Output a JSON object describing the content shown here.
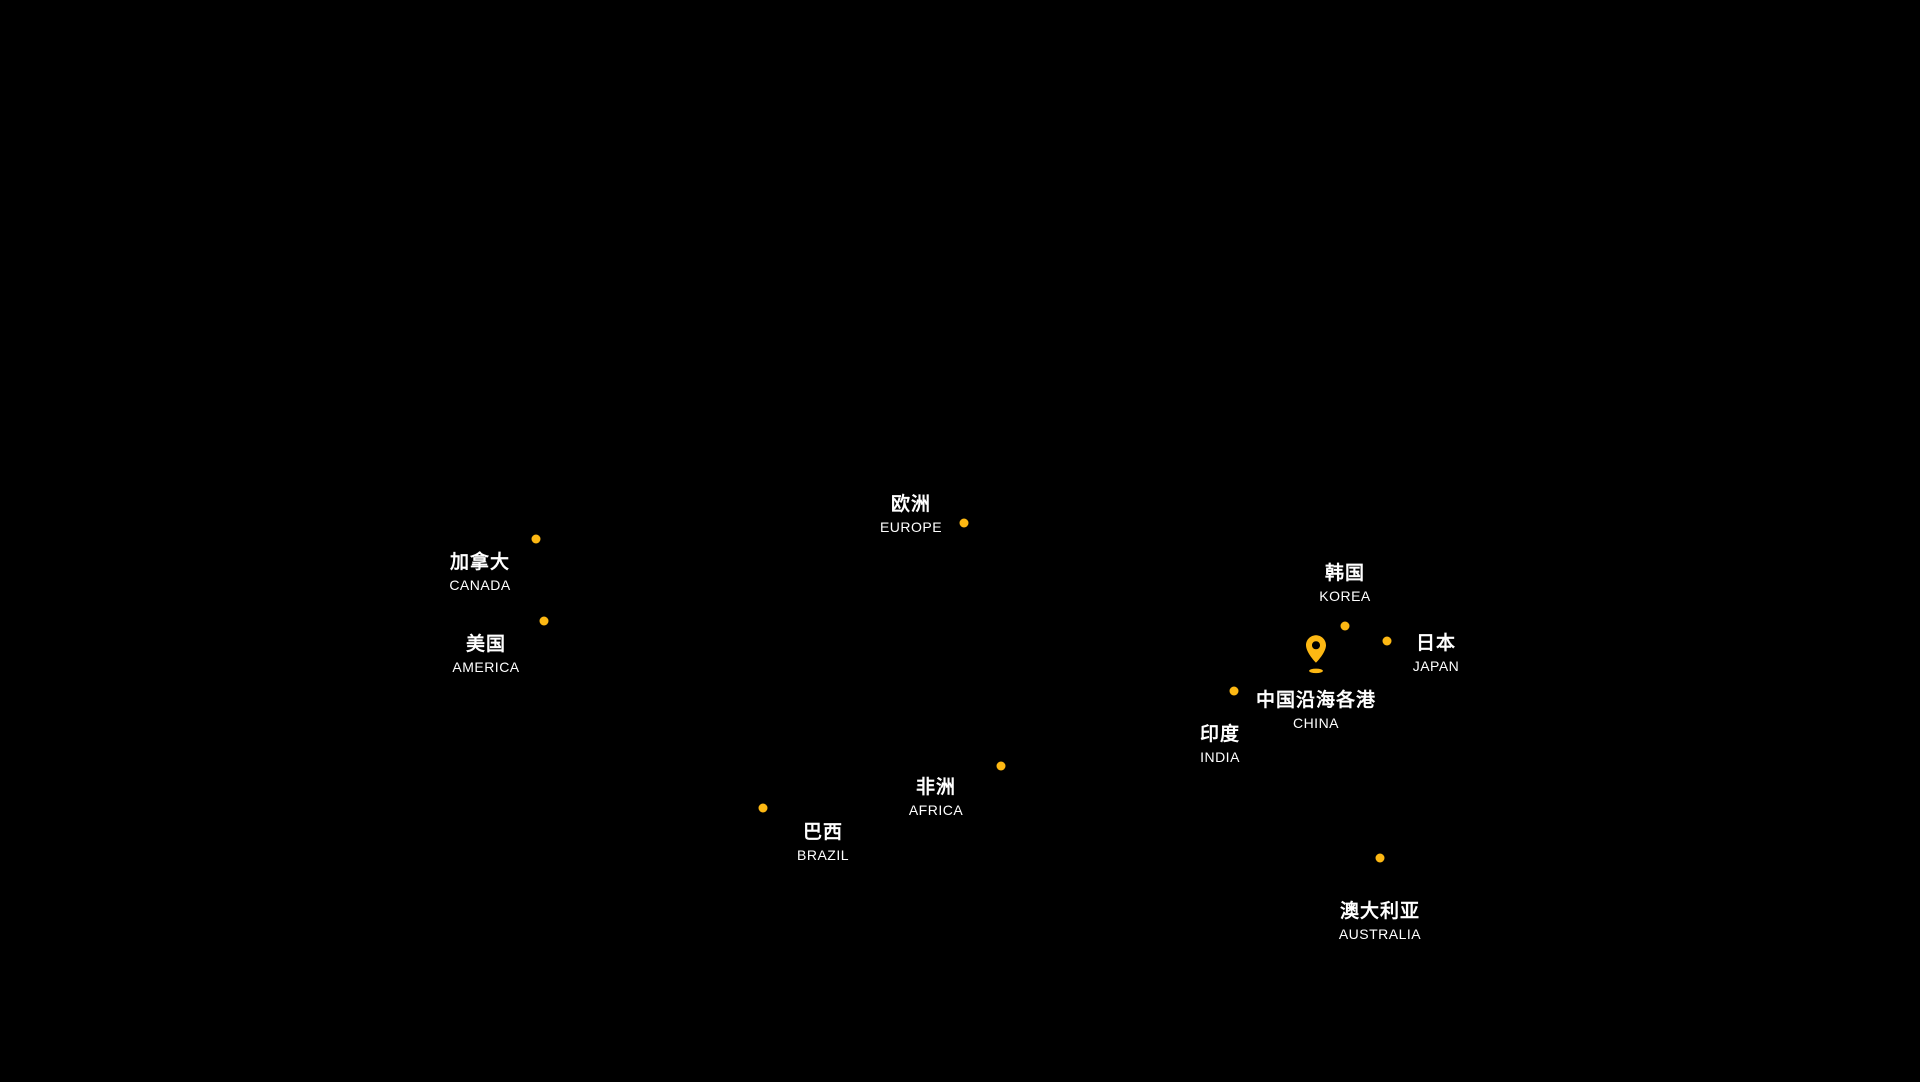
{
  "page": {
    "background_color": "#000000",
    "accent_color": "#FDB813",
    "text_color": "#FFFFFF"
  },
  "map": {
    "name": "global-shipping-destinations-map",
    "locations": [
      {
        "id": "canada",
        "name_cn": "加拿大",
        "name_en": "CANADA",
        "marker": "dot"
      },
      {
        "id": "america",
        "name_cn": "美国",
        "name_en": "AMERICA",
        "marker": "dot"
      },
      {
        "id": "europe",
        "name_cn": "欧洲",
        "name_en": "EUROPE",
        "marker": "dot"
      },
      {
        "id": "korea",
        "name_cn": "韩国",
        "name_en": "KOREA",
        "marker": "dot"
      },
      {
        "id": "japan",
        "name_cn": "日本",
        "name_en": "JAPAN",
        "marker": "dot"
      },
      {
        "id": "china",
        "name_cn": "中国沿海各港",
        "name_en": "CHINA",
        "marker": "pin"
      },
      {
        "id": "india",
        "name_cn": "印度",
        "name_en": "INDIA",
        "marker": "dot"
      },
      {
        "id": "africa",
        "name_cn": "非洲",
        "name_en": "AFRICA",
        "marker": "dot"
      },
      {
        "id": "brazil",
        "name_cn": "巴西",
        "name_en": "BRAZIL",
        "marker": "dot"
      },
      {
        "id": "australia",
        "name_cn": "澳大利亚",
        "name_en": "AUSTRALIA",
        "marker": "dot"
      }
    ]
  }
}
